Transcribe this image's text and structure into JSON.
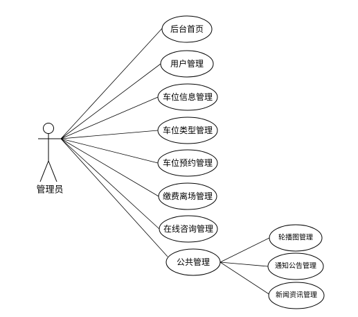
{
  "actor": {
    "name": "管理员"
  },
  "use_cases": [
    {
      "id": "home",
      "label": "后台首页"
    },
    {
      "id": "users",
      "label": "用户管理"
    },
    {
      "id": "space-info",
      "label": "车位信息管理"
    },
    {
      "id": "space-type",
      "label": "车位类型管理"
    },
    {
      "id": "reservation",
      "label": "车位预约管理"
    },
    {
      "id": "payment-exit",
      "label": "缴费离场管理"
    },
    {
      "id": "online-consult",
      "label": "在线咨询管理"
    },
    {
      "id": "public",
      "label": "公共管理"
    }
  ],
  "sub_use_cases": [
    {
      "id": "carousel",
      "label": "轮播图管理"
    },
    {
      "id": "notice",
      "label": "通知公告管理"
    },
    {
      "id": "news",
      "label": "新闻资讯管理"
    }
  ]
}
